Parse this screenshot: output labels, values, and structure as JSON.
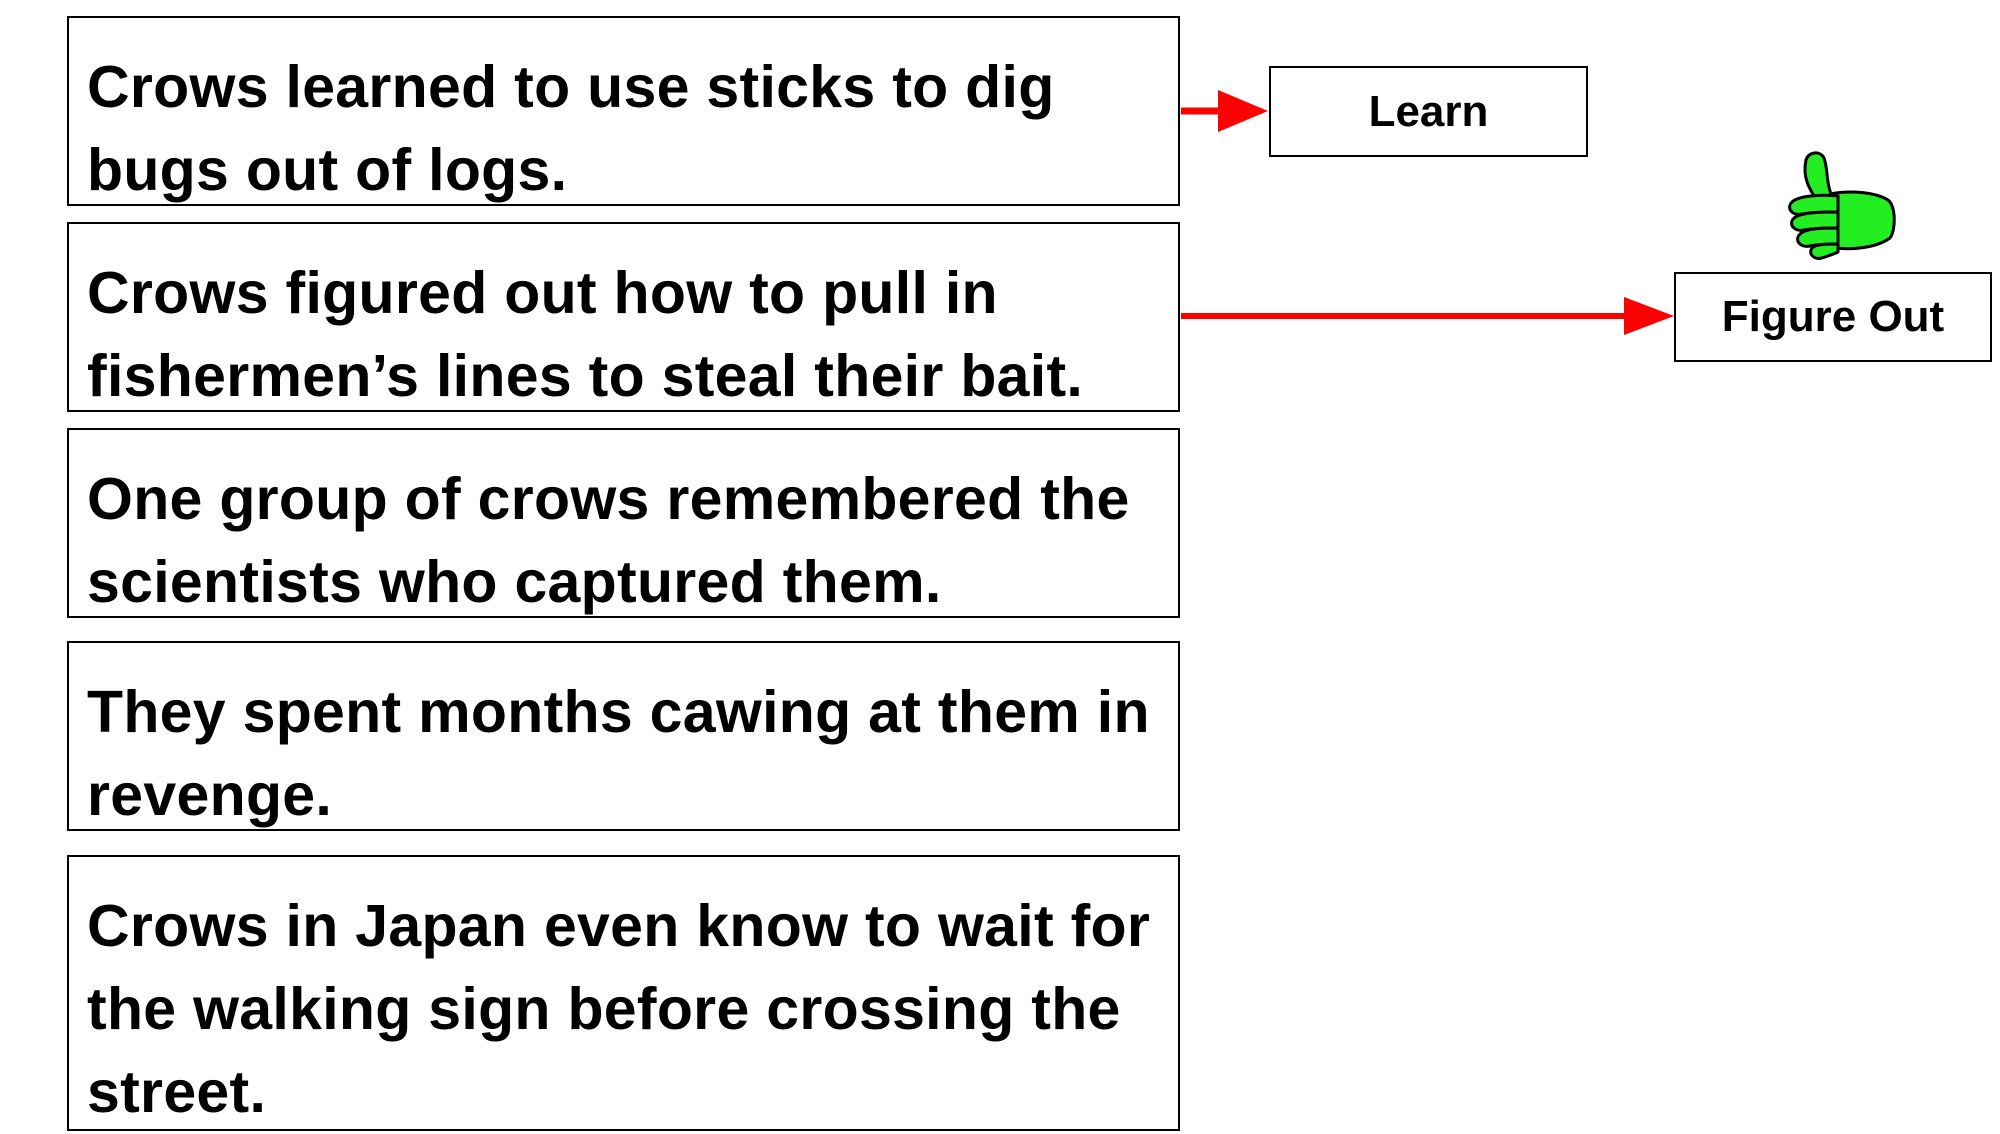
{
  "sentences": [
    {
      "text": "Crows learned to use sticks to dig bugs out of logs."
    },
    {
      "text": "Crows figured out how to pull in fishermen’s lines to steal their bait."
    },
    {
      "text": "One group of crows remembered the scientists who captured them."
    },
    {
      "text": "They spent months cawing at them in revenge."
    },
    {
      "text": "Crows in Japan even know to wait for the walking sign before crossing the street."
    }
  ],
  "words": {
    "learn": "Learn",
    "figure_out": "Figure Out"
  },
  "icons": {
    "thumb": "thumbs-up-icon"
  },
  "colors": {
    "arrow": "#ff0000",
    "thumb": "#22ee22"
  }
}
